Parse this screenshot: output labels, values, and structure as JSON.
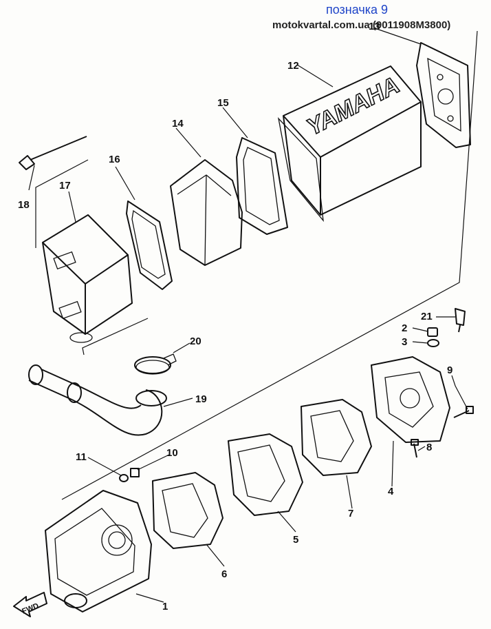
{
  "header": {
    "title": "позначка 9",
    "source": "motokvartal.com.ua (9011908M3800)"
  },
  "callouts": [
    {
      "id": "1",
      "label": "1"
    },
    {
      "id": "2",
      "label": "2"
    },
    {
      "id": "3",
      "label": "3"
    },
    {
      "id": "4",
      "label": "4"
    },
    {
      "id": "5",
      "label": "5"
    },
    {
      "id": "6",
      "label": "6"
    },
    {
      "id": "7",
      "label": "7"
    },
    {
      "id": "8",
      "label": "8"
    },
    {
      "id": "9",
      "label": "9"
    },
    {
      "id": "10",
      "label": "10"
    },
    {
      "id": "11",
      "label": "11"
    },
    {
      "id": "12",
      "label": "12"
    },
    {
      "id": "13",
      "label": "13"
    },
    {
      "id": "14",
      "label": "14"
    },
    {
      "id": "15",
      "label": "15"
    },
    {
      "id": "16",
      "label": "16"
    },
    {
      "id": "17",
      "label": "17"
    },
    {
      "id": "18",
      "label": "18"
    },
    {
      "id": "19",
      "label": "19"
    },
    {
      "id": "20",
      "label": "20"
    },
    {
      "id": "21",
      "label": "21"
    }
  ],
  "markings": {
    "brand_on_part_12": "YAMAHA",
    "direction_arrow": "FWD"
  }
}
